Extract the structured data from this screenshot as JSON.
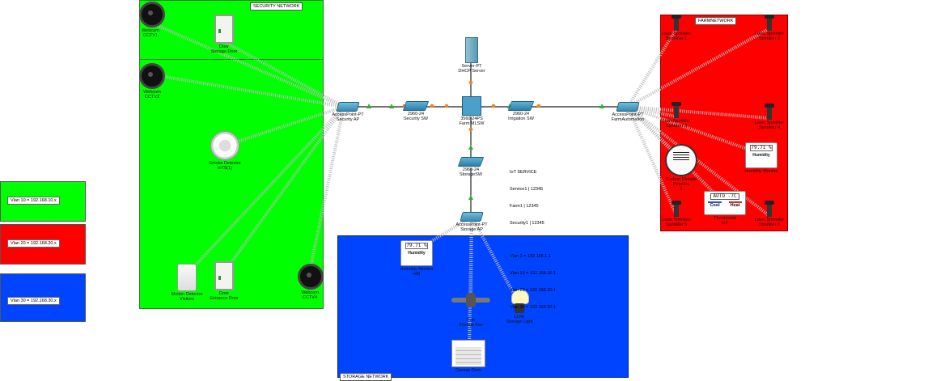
{
  "top_label": "",
  "zones": {
    "security": {
      "title": "SECURITY NETWORK",
      "color": "#00ff00"
    },
    "farm": {
      "title": "FARMNETWORK",
      "color": "#ff0000"
    },
    "storage": {
      "title": "STORAGE NETWORK",
      "color": "#0044ff"
    }
  },
  "legend": [
    {
      "label": "Vlan 10 = 192.168.10.x",
      "color": "#00ff00"
    },
    {
      "label": "Vlan 20 = 192.168.20.x",
      "color": "#ff0000"
    },
    {
      "label": "Vlan 30 = 192.168.30.x",
      "color": "#0044ff"
    }
  ],
  "devices": {
    "cam1": {
      "type": "Webcam",
      "name": "CCTV1",
      "icon": "webcam-icon"
    },
    "cam2": {
      "type": "Webcam",
      "name": "CCTV2",
      "icon": "webcam-icon"
    },
    "cam4": {
      "type": "Webcam",
      "name": "CCTV4",
      "icon": "webcam-icon"
    },
    "storage_door": {
      "type": "Door",
      "name": "Storage Door",
      "icon": "door-icon"
    },
    "entrance_door": {
      "type": "Door",
      "name": "Entrance Door",
      "icon": "door-icon"
    },
    "smoke": {
      "type": "Smoke Detector",
      "name": "IoT5(1)",
      "icon": "smoke-detector-icon"
    },
    "motion": {
      "type": "Motion Detector",
      "name": "Visitors",
      "icon": "motion-detector-icon"
    },
    "sec_ap": {
      "type": "AccessPoint-PT",
      "name": "Security AP",
      "icon": "access-point-icon"
    },
    "sec_sw": {
      "type": "2960-24",
      "name": "Security SW",
      "icon": "switch-icon"
    },
    "server": {
      "type": "Server-PT",
      "name": "DHCP Server",
      "icon": "server-icon"
    },
    "ml_sw": {
      "type": "3560-24PS",
      "name": "Farm MLSW",
      "icon": "multilayer-switch-icon"
    },
    "irr_sw": {
      "type": "2960-24",
      "name": "Irrigation SW",
      "icon": "switch-icon"
    },
    "farm_ap": {
      "type": "AccessPoint-PT",
      "name": "FarmAutomation",
      "icon": "access-point-icon"
    },
    "storage_sw": {
      "type": "2960-24",
      "name": "StorageSW",
      "icon": "switch-icon"
    },
    "storage_ap": {
      "type": "AccessPoint-PT",
      "name": "Storage AP",
      "icon": "access-point-icon"
    },
    "spr1": {
      "type": "Lawn Sprinkler",
      "name": "Sprinkler 1",
      "icon": "sprinkler-icon"
    },
    "spr2": {
      "type": "Lawn Sprinkler",
      "name": "Sprinkler 2",
      "icon": "sprinkler-icon"
    },
    "spr3": {
      "type": "LawnSprinkler",
      "name": "Sprinkler 3",
      "icon": "sprinkler-icon"
    },
    "spr4": {
      "type": "Lawn Sprinkler",
      "name": "Sprinkler 4",
      "icon": "sprinkler-icon"
    },
    "spr5": {
      "type": "Lawn Sprinkler",
      "name": "Sprinkler 5",
      "icon": "sprinkler-icon"
    },
    "spr6": {
      "type": "Lawn Sprinkler",
      "name": "Sprinkler 6",
      "icon": "sprinkler-icon"
    },
    "co": {
      "type": "Carbon Dioxide Detector",
      "name": "1",
      "icon": "co2-detector-icon"
    },
    "farm_humid": {
      "type": "Humidity Monitor",
      "name": "",
      "reading": "79.71 %",
      "unit_label": "Humidity",
      "icon": "humidity-monitor-icon"
    },
    "thermo": {
      "type": "Thermostat",
      "name": "IoT",
      "display": "AUTO -7C",
      "cool": "Cool",
      "heat": "Heat",
      "icon": "thermostat-icon"
    },
    "storage_humid": {
      "type": "Humidity Monitor",
      "name": "HM",
      "reading": "79.71 %",
      "unit_label": "Humidity",
      "icon": "humidity-monitor-icon"
    },
    "fan": {
      "type": "Fan",
      "name": "Storage Fan",
      "icon": "ceiling-fan-icon"
    },
    "light": {
      "type": "Light",
      "name": "Storage Light",
      "icon": "lamp-icon"
    },
    "garage": {
      "type": "",
      "name": "Garage Door",
      "icon": "garage-door-icon"
    }
  },
  "info": {
    "title": "IoT SERVICE",
    "accounts": [
      "Service1 | 12345",
      "Farm1 | 12345",
      "Security1 | 12345"
    ],
    "gateways": [
      "Vlan 1 = 192.168.1.1",
      "Vlan 10 = 192.168.10.1",
      "Vlan 20 = 192.168.20.1",
      "Vlan 30 = 192.168.30.1"
    ]
  },
  "colors": {
    "wired_link": "#222222",
    "wireless_link": "#bbbbbb",
    "port_up": "#2fae2f",
    "port_init": "#f08020"
  }
}
